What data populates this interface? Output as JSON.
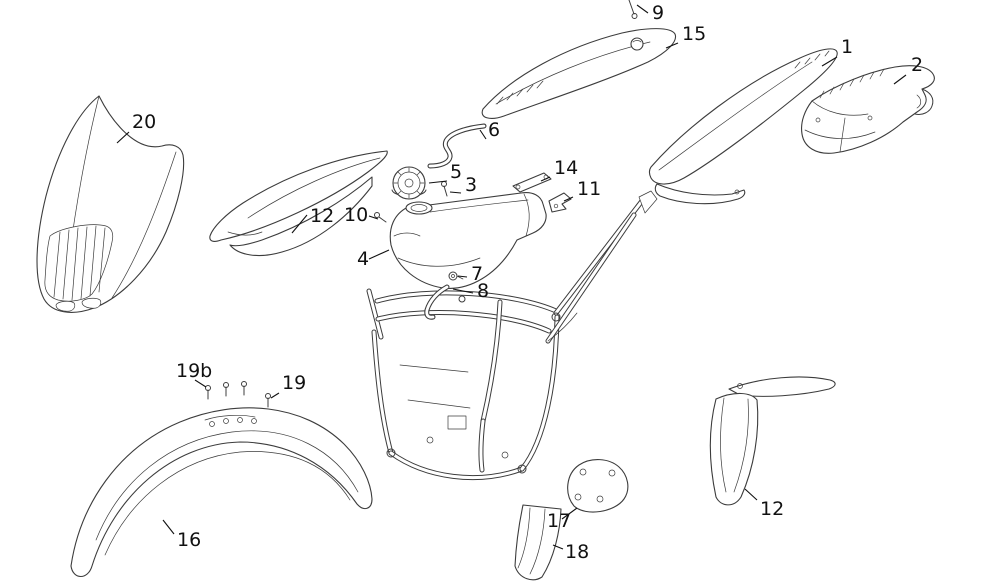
{
  "diagram": {
    "background": "#ffffff",
    "stroke_color": "#3c3c3c",
    "label_color": "#111111",
    "callouts": [
      {
        "label": "1"
      },
      {
        "label": "2"
      },
      {
        "label": "3"
      },
      {
        "label": "4"
      },
      {
        "label": "5"
      },
      {
        "label": "6"
      },
      {
        "label": "7"
      },
      {
        "label": "8"
      },
      {
        "label": "9"
      },
      {
        "label": "10"
      },
      {
        "label": "11"
      },
      {
        "label": "12"
      },
      {
        "label": "12"
      },
      {
        "label": "14"
      },
      {
        "label": "15"
      },
      {
        "label": "16"
      },
      {
        "label": "17"
      },
      {
        "label": "18"
      },
      {
        "label": "19"
      },
      {
        "label": "19b"
      },
      {
        "label": "20"
      }
    ]
  }
}
